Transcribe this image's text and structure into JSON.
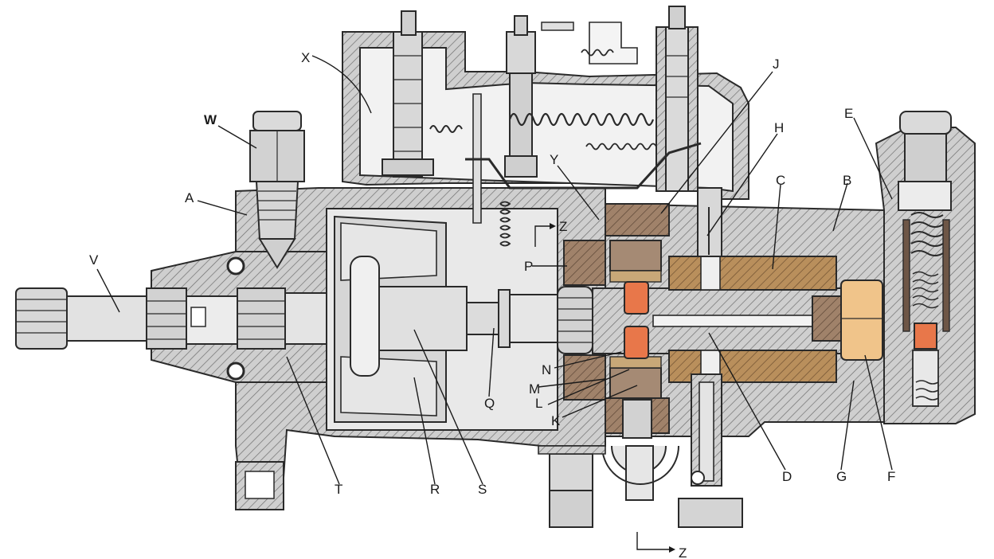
{
  "labels": {
    "A": "A",
    "B": "B",
    "C": "C",
    "D": "D",
    "E": "E",
    "F": "F",
    "G": "G",
    "H": "H",
    "J": "J",
    "K": "K",
    "L": "L",
    "M": "M",
    "N": "N",
    "P": "P",
    "Q": "Q",
    "R": "R",
    "S": "S",
    "T": "T",
    "V": "V",
    "W": "W",
    "X": "X",
    "Y": "Y",
    "Z_top": "Z",
    "Z_bottom": "Z"
  },
  "colors": {
    "housing": "#c9c9c9",
    "hatch": "#7a7a7a",
    "light_part": "#dcdcdc",
    "head_brown": "#a0826a",
    "head_tan": "#b98f5c",
    "plunger_orange": "#e8774a",
    "piston_yellow": "#f0c48a",
    "dark_brown": "#6e5646",
    "outline": "#2a2a2a"
  }
}
